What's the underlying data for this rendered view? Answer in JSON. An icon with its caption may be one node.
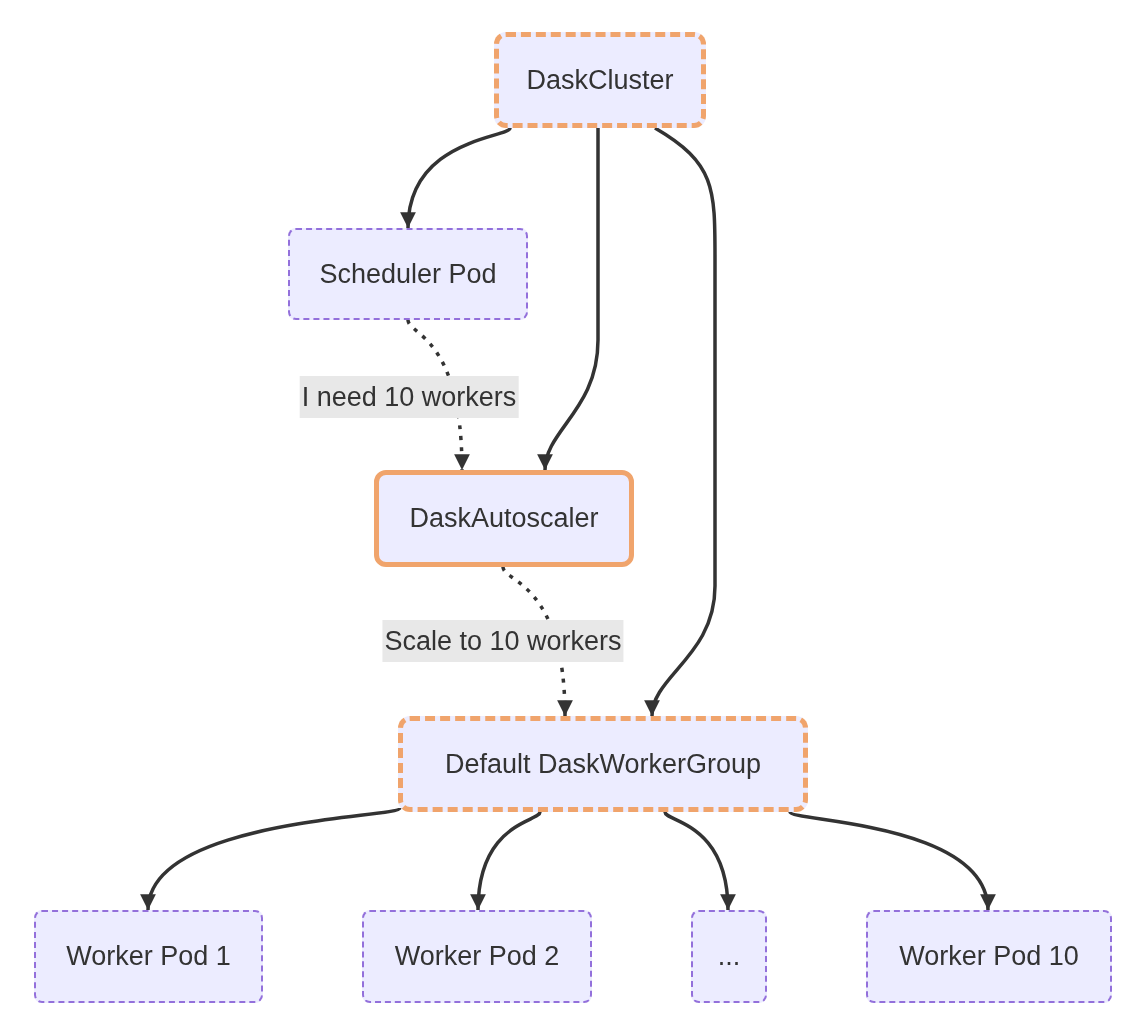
{
  "diagram": {
    "nodes": [
      {
        "text": [
          "DaskCluster"
        ]
      },
      {
        "text": [
          "Scheduler Pod"
        ]
      },
      {
        "text": [
          "DaskAutoscaler"
        ]
      },
      {
        "text": [
          "Default DaskWorkerGroup"
        ]
      },
      {
        "text": [
          "Worker Pod 1"
        ]
      },
      {
        "text": [
          "Worker Pod 2"
        ]
      },
      {
        "text": [
          "..."
        ]
      },
      {
        "text": [
          "Worker Pod 10"
        ]
      }
    ],
    "edges": [
      {
        "from": 0,
        "to": 1,
        "arrow": "to"
      },
      {
        "from": 0,
        "to": 2,
        "arrow": "to"
      },
      {
        "from": 0,
        "to": 3,
        "arrow": "to"
      },
      {
        "from": 1,
        "to": 2,
        "arrow": "to",
        "label": "I need 10 workers",
        "style": "dashed"
      },
      {
        "from": 2,
        "to": 3,
        "arrow": "to",
        "label": "Scale to 10 workers",
        "style": "dashed"
      },
      {
        "from": 3,
        "to": 4,
        "arrow": "to"
      },
      {
        "from": 3,
        "to": 5,
        "arrow": "to"
      },
      {
        "from": 3,
        "to": 6,
        "arrow": "to"
      },
      {
        "from": 3,
        "to": 7,
        "arrow": "to"
      }
    ]
  }
}
